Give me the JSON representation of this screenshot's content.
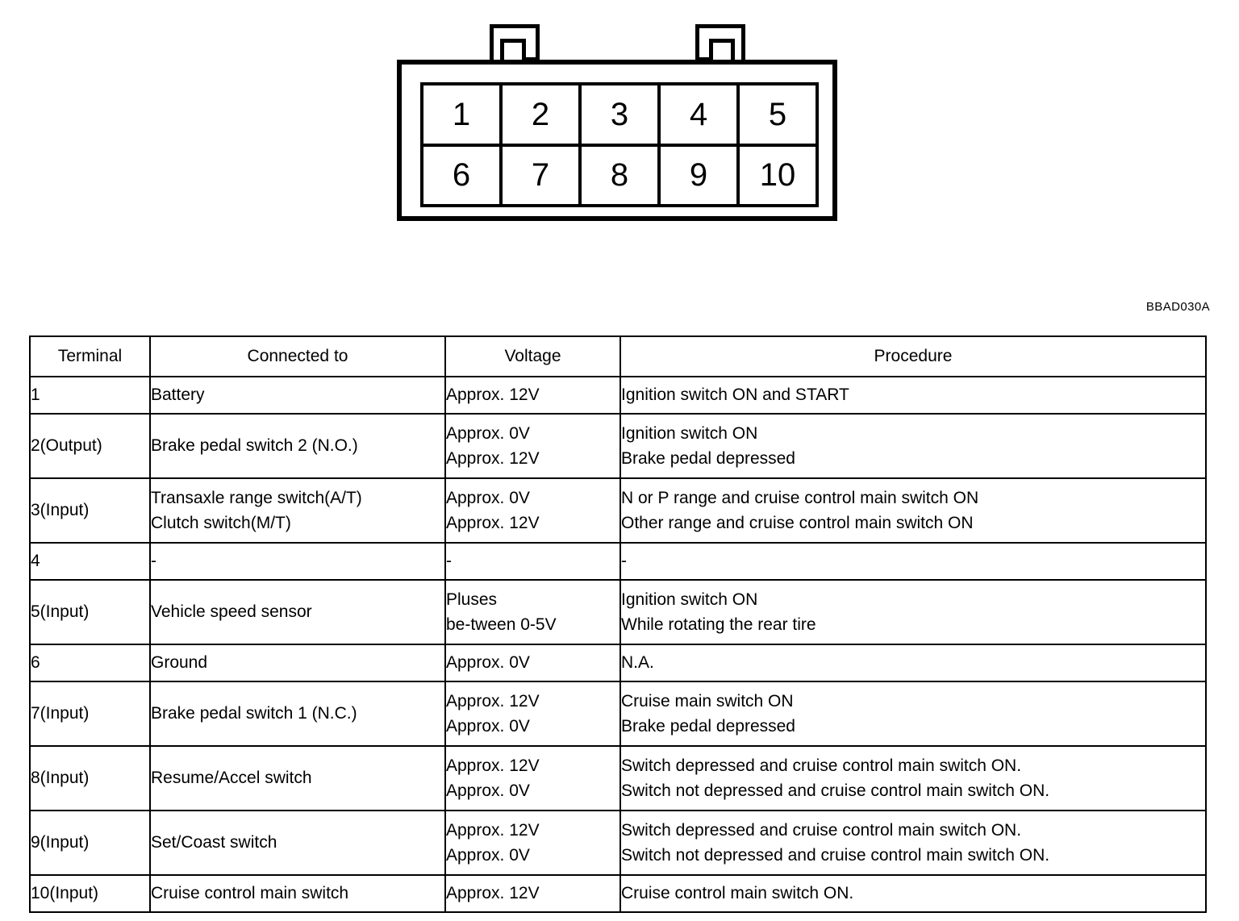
{
  "figure": {
    "code": "BBAD030A",
    "connector": {
      "name": "10-pin-connector",
      "tabs": [
        "tab-left",
        "tab-right"
      ],
      "rows": [
        [
          "1",
          "2",
          "3",
          "4",
          "5"
        ],
        [
          "6",
          "7",
          "8",
          "9",
          "10"
        ]
      ]
    }
  },
  "table": {
    "headers": {
      "terminal": "Terminal",
      "connected_to": "Connected to",
      "voltage": "Voltage",
      "procedure": "Procedure"
    },
    "rows": [
      {
        "terminal": "1",
        "connected_to": [
          "Battery"
        ],
        "voltage": [
          "Approx. 12V"
        ],
        "procedure": [
          "Ignition switch ON and START"
        ]
      },
      {
        "terminal": "2(Output)",
        "connected_to": [
          "Brake pedal switch 2 (N.O.)"
        ],
        "voltage": [
          "Approx. 0V",
          "Approx. 12V"
        ],
        "procedure": [
          "Ignition switch ON",
          "Brake pedal depressed"
        ]
      },
      {
        "terminal": "3(Input)",
        "connected_to": [
          "Transaxle range switch(A/T)",
          "Clutch switch(M/T)"
        ],
        "voltage": [
          "Approx. 0V",
          "Approx. 12V"
        ],
        "procedure": [
          "N or P range and cruise control main switch ON",
          "Other range and cruise control main switch ON"
        ]
      },
      {
        "terminal": "4",
        "connected_to": [
          "-"
        ],
        "voltage": [
          "-"
        ],
        "procedure": [
          "-"
        ]
      },
      {
        "terminal": "5(Input)",
        "connected_to": [
          "Vehicle speed sensor"
        ],
        "voltage": [
          "Pluses",
          "be-tween 0-5V"
        ],
        "procedure": [
          "Ignition switch ON",
          "While rotating the rear tire"
        ]
      },
      {
        "terminal": "6",
        "connected_to": [
          "Ground"
        ],
        "voltage": [
          "Approx. 0V"
        ],
        "procedure": [
          "N.A."
        ]
      },
      {
        "terminal": "7(Input)",
        "connected_to": [
          "Brake pedal switch 1 (N.C.)"
        ],
        "voltage": [
          "Approx. 12V",
          "Approx. 0V"
        ],
        "procedure": [
          "Cruise main switch ON",
          "Brake pedal depressed"
        ]
      },
      {
        "terminal": "8(Input)",
        "connected_to": [
          "Resume/Accel switch"
        ],
        "voltage": [
          "Approx. 12V",
          "Approx. 0V"
        ],
        "procedure": [
          "Switch depressed and cruise control main switch ON.",
          "Switch not depressed and cruise control main switch ON."
        ]
      },
      {
        "terminal": "9(Input)",
        "connected_to": [
          "Set/Coast switch"
        ],
        "voltage": [
          "Approx. 12V",
          "Approx. 0V"
        ],
        "procedure": [
          "Switch depressed and cruise control main switch ON.",
          "Switch not depressed and cruise control main switch ON."
        ]
      },
      {
        "terminal": "10(Input)",
        "connected_to": [
          "Cruise control main switch"
        ],
        "voltage": [
          "Approx. 12V"
        ],
        "procedure": [
          "Cruise control main switch ON."
        ]
      }
    ]
  }
}
